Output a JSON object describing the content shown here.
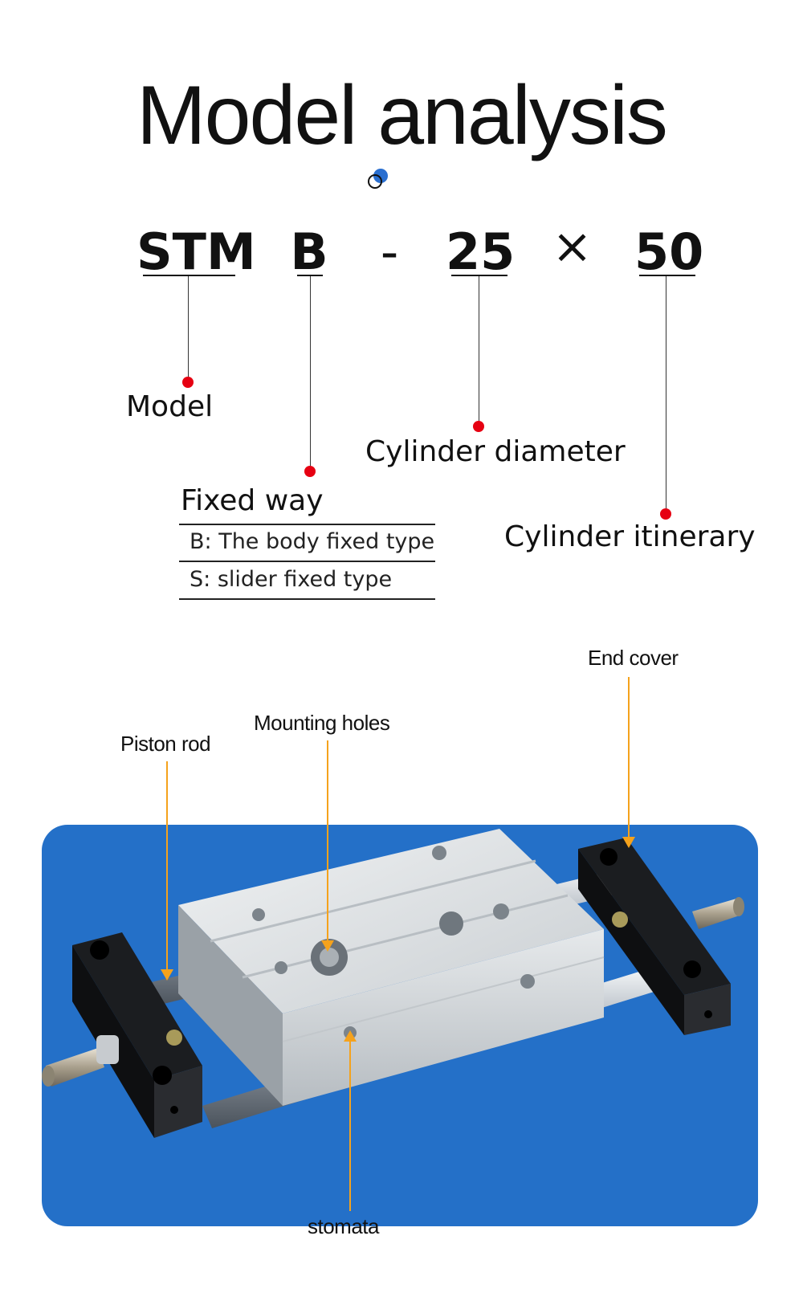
{
  "title": "Model analysis",
  "model_code": {
    "parts": [
      "STM",
      "B",
      "-",
      "25",
      "×",
      "50"
    ]
  },
  "labels": {
    "model": "Model",
    "fixed_way": "Fixed way",
    "fixed_way_options": [
      "B: The body fixed type",
      "S: slider fixed type"
    ],
    "cylinder_diameter": "Cylinder diameter",
    "cylinder_itinerary": "Cylinder itinerary"
  },
  "callouts": {
    "end_cover": "End cover",
    "mounting_holes": "Mounting holes",
    "piston_rod": "Piston rod",
    "stomata": "stomata"
  },
  "colors": {
    "dot_red": "#e60012",
    "callout_orange": "#f5a21c",
    "panel_blue": "#2470c8",
    "accent_blue": "#2a6fd0"
  }
}
